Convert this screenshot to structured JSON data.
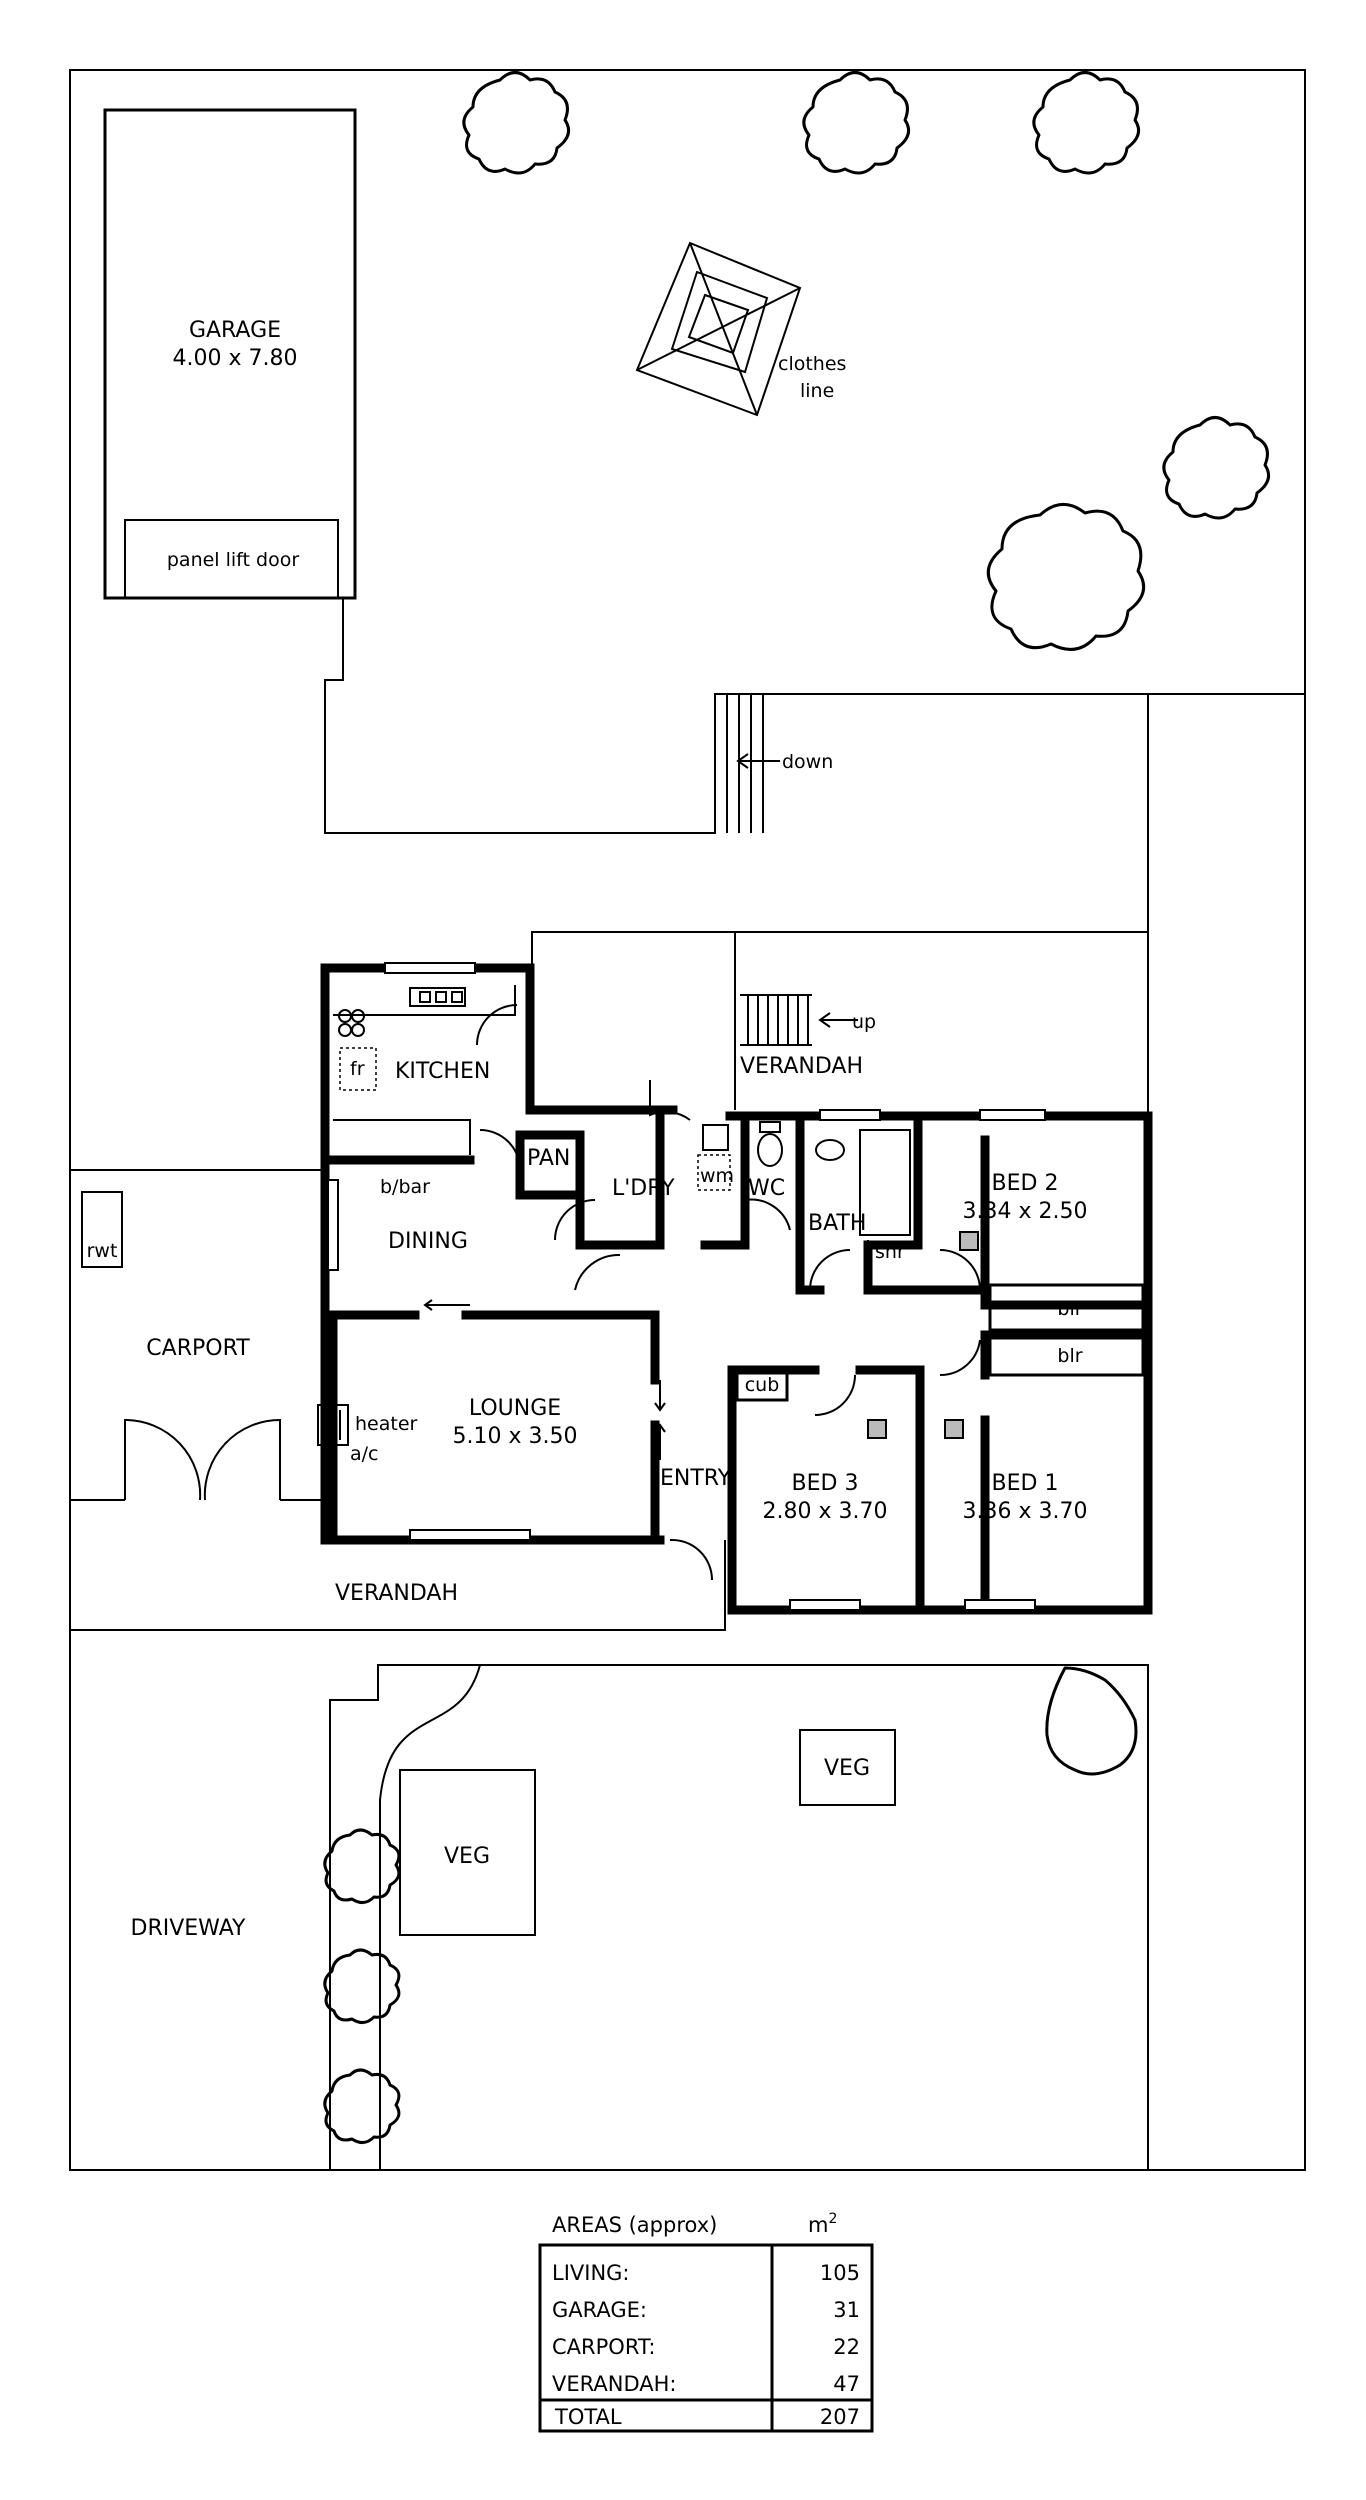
{
  "labels": {
    "garage": "GARAGE",
    "garage_size": "4.00 x 7.80",
    "panel_door": "panel lift door",
    "clothes1": "clothes",
    "clothes2": "line",
    "down": "down",
    "up": "up",
    "verandah_rear": "VERANDAH",
    "kitchen": "KITCHEN",
    "fr": "fr",
    "pan": "PAN",
    "ldry": "L'DRY",
    "wm": "wm",
    "wc": "WC",
    "bath": "BATH",
    "shr": "shr",
    "bed2": "BED 2",
    "bed2_size": "3.34 x 2.50",
    "blr1": "blr",
    "blr2": "blr",
    "bbar": "b/bar",
    "dining": "DINING",
    "rwt": "rwt",
    "carport": "CARPORT",
    "lounge": "LOUNGE",
    "lounge_size": "5.10 x 3.50",
    "heater": "heater",
    "ac": "a/c",
    "cub": "cub",
    "entry": "ENTRY",
    "bed3": "BED 3",
    "bed3_size": "2.80 x 3.70",
    "bed1": "BED 1",
    "bed1_size": "3.36 x 3.70",
    "verandah_front": "VERANDAH",
    "veg1": "VEG",
    "veg2": "VEG",
    "driveway": "DRIVEWAY"
  },
  "areas": {
    "title": "AREAS (approx)",
    "unit": "m",
    "unit_sup": "2",
    "rows": [
      {
        "label": "LIVING:",
        "value": "105"
      },
      {
        "label": "GARAGE:",
        "value": "31"
      },
      {
        "label": "CARPORT:",
        "value": "22"
      },
      {
        "label": "VERANDAH:",
        "value": "47"
      }
    ],
    "total_label": "TOTAL",
    "total_value": "207"
  }
}
